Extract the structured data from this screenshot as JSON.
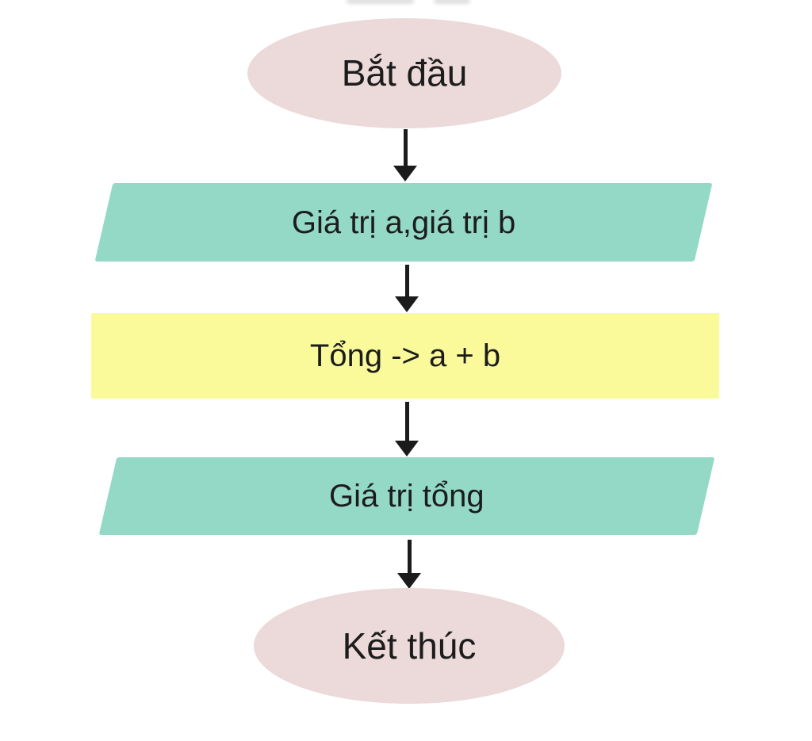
{
  "diagram": {
    "type": "flowchart",
    "language": "vi",
    "background_color": "#ffffff",
    "text_color": "#1c1c1c",
    "connector_color": "#1b1b1b",
    "nodes": [
      {
        "id": "start",
        "shape": "ellipse",
        "label": "Bắt đầu",
        "fill": "#ecd9d9"
      },
      {
        "id": "input-a-b",
        "shape": "parallelogram",
        "label": "Giá trị a,giá trị b",
        "fill": "#93d9c6"
      },
      {
        "id": "process-sum",
        "shape": "rectangle",
        "label": "Tổng -> a + b",
        "fill": "#fafa9b"
      },
      {
        "id": "output-sum",
        "shape": "parallelogram",
        "label": "Giá trị tổng",
        "fill": "#93d9c6"
      },
      {
        "id": "end",
        "shape": "ellipse",
        "label": "Kết thúc",
        "fill": "#ecd9d9"
      }
    ],
    "edges": [
      {
        "from": "start",
        "to": "input-a-b"
      },
      {
        "from": "input-a-b",
        "to": "process-sum"
      },
      {
        "from": "process-sum",
        "to": "output-sum"
      },
      {
        "from": "output-sum",
        "to": "end"
      }
    ]
  }
}
